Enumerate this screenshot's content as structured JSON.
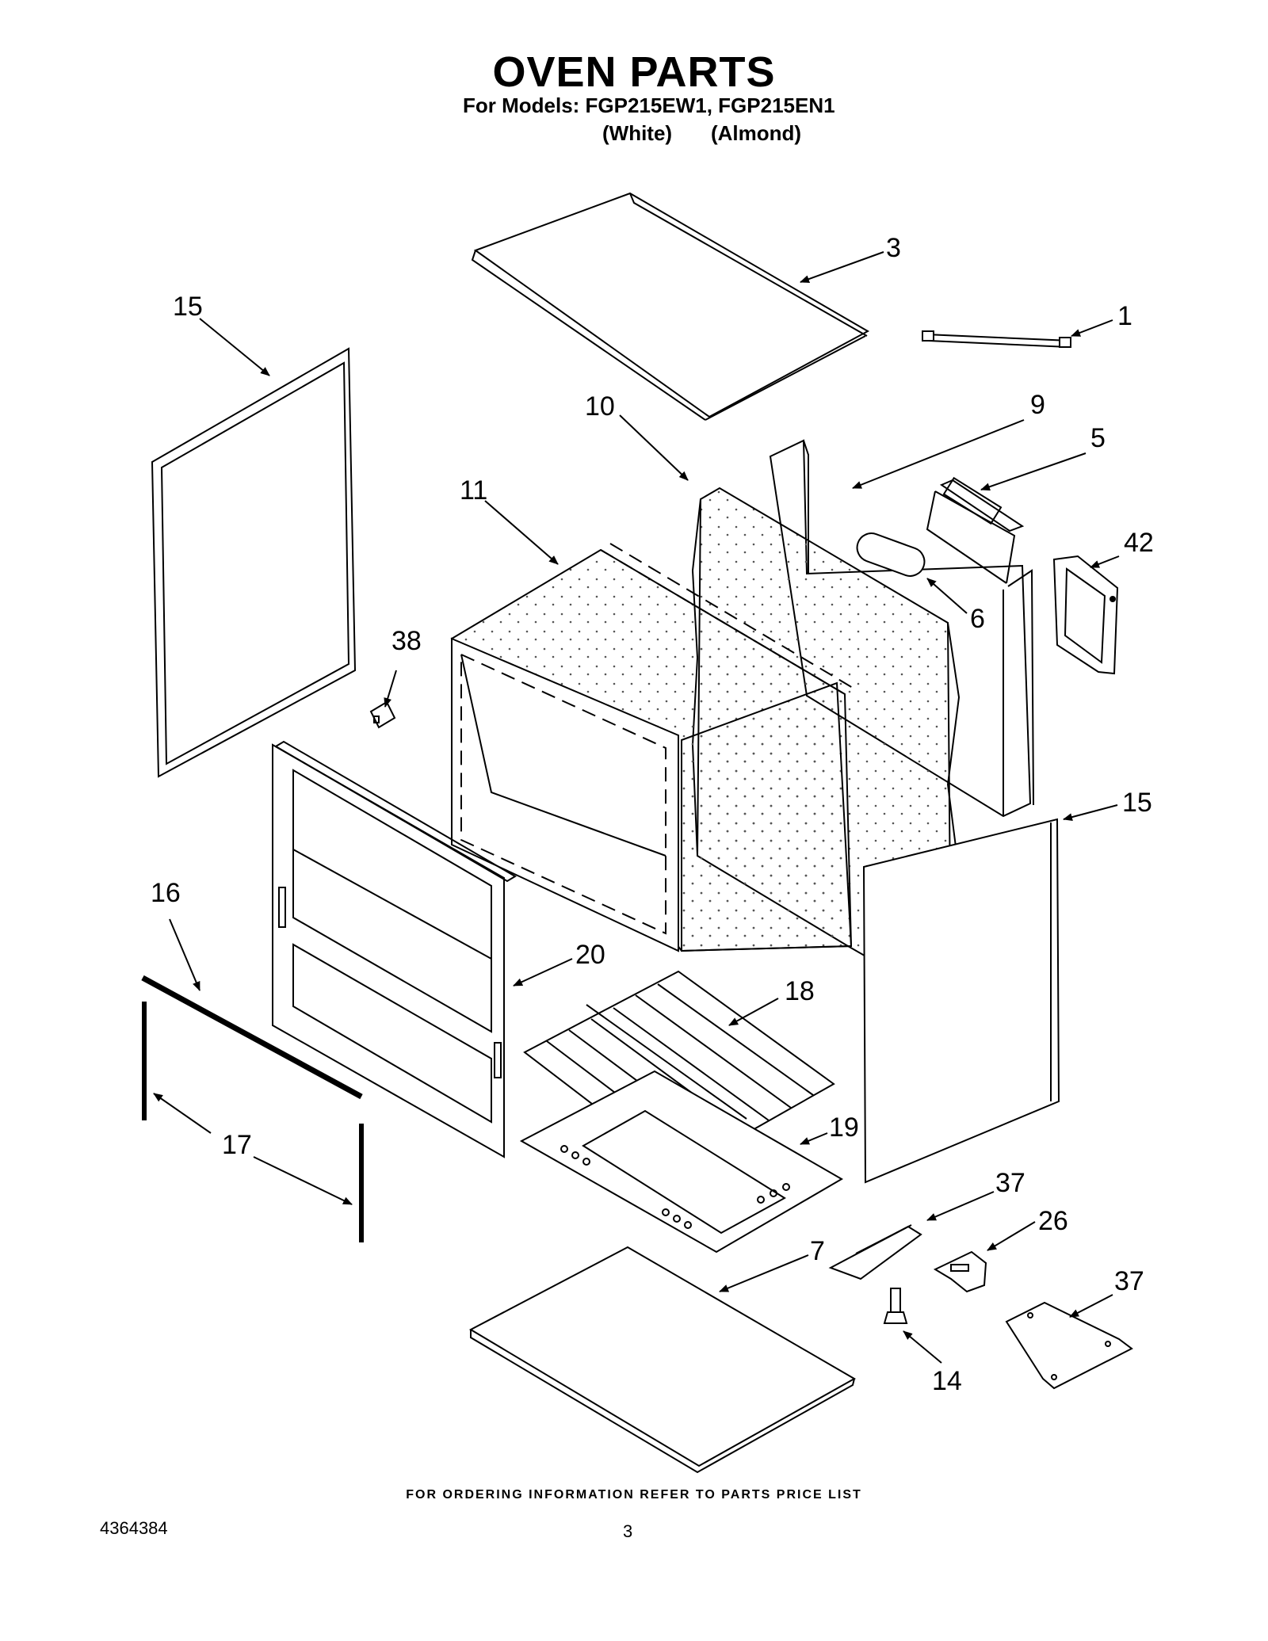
{
  "header": {
    "title": "OVEN PARTS",
    "models_line": "For Models: FGP215EW1, FGP215EN1",
    "variant_white": "(White)",
    "variant_almond": "(Almond)"
  },
  "callouts": [
    "3",
    "1",
    "15",
    "10",
    "9",
    "5",
    "11",
    "42",
    "6",
    "38",
    "15",
    "16",
    "20",
    "18",
    "19",
    "17",
    "37",
    "26",
    "7",
    "37",
    "14"
  ],
  "footer": {
    "ordering_note": "FOR ORDERING INFORMATION REFER TO PARTS PRICE LIST",
    "doc_number": "4364384",
    "page_number": "3"
  }
}
